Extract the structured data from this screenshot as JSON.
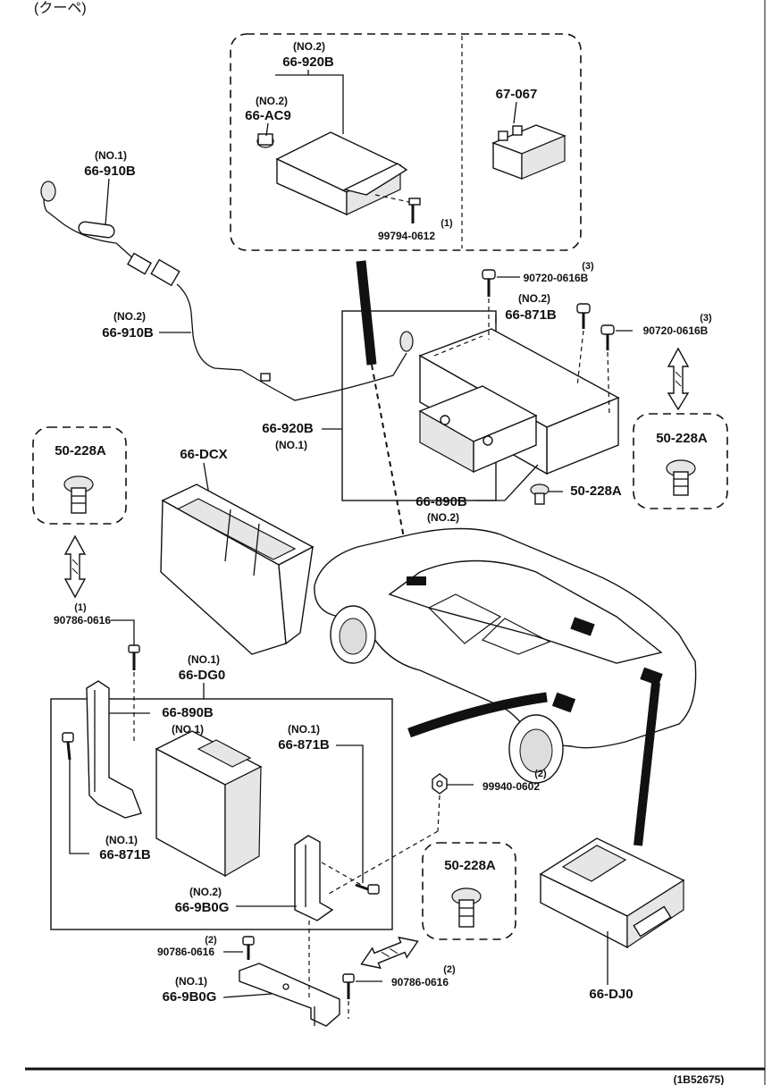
{
  "header_note": "(クーペ)",
  "figure_id": "(1B52675)",
  "callouts": {
    "p66_920b_no2": {
      "sub": "(NO.2)",
      "part": "66-920B"
    },
    "p66_ac9": {
      "sub": "(NO.2)",
      "part": "66-AC9"
    },
    "p67_067": {
      "part": "67-067"
    },
    "p99794_0612": {
      "qty": "(1)",
      "part": "99794-0612"
    },
    "p66_910b_no1": {
      "sub": "(NO.1)",
      "part": "66-910B"
    },
    "p66_910b_no2": {
      "sub": "(NO.2)",
      "part": "66-910B"
    },
    "p90720_0616b_a": {
      "qty": "(3)",
      "part": "90720-0616B"
    },
    "p66_871b_no2": {
      "sub": "(NO.2)",
      "part": "66-871B"
    },
    "p90720_0616b_b": {
      "qty": "(3)",
      "part": "90720-0616B"
    },
    "p66_920b_no1": {
      "sub": "(NO.1)",
      "part": "66-920B"
    },
    "p50_228a_topleft": {
      "part": "50-228A"
    },
    "p50_228a_topright": {
      "part": "50-228A"
    },
    "p50_228a_clip": {
      "part": "50-228A"
    },
    "p66_dcx": {
      "part": "66-DCX"
    },
    "p66_890b_no2": {
      "sub": "(NO.2)",
      "part": "66-890B"
    },
    "p90786_0616_a": {
      "qty": "(1)",
      "part": "90786-0616"
    },
    "p66_dg0": {
      "sub": "(NO.1)",
      "part": "66-DG0"
    },
    "p66_890b_no1": {
      "sub": "(NO.1)",
      "part": "66-890B"
    },
    "p66_871b_no1_a": {
      "sub": "(NO.1)",
      "part": "66-871B"
    },
    "p66_871b_no1_b": {
      "sub": "(NO.1)",
      "part": "66-871B"
    },
    "p66_9b0g_no2": {
      "sub": "(NO.2)",
      "part": "66-9B0G"
    },
    "p99940_0602": {
      "qty": "(2)",
      "part": "99940-0602"
    },
    "p50_228a_bottom": {
      "part": "50-228A"
    },
    "p90786_0616_b": {
      "qty": "(2)",
      "part": "90786-0616"
    },
    "p90786_0616_c": {
      "qty": "(2)",
      "part": "90786-0616"
    },
    "p66_9b0g_no1": {
      "sub": "(NO.1)",
      "part": "66-9B0G"
    },
    "p66_dj0": {
      "part": "66-DJ0"
    }
  }
}
